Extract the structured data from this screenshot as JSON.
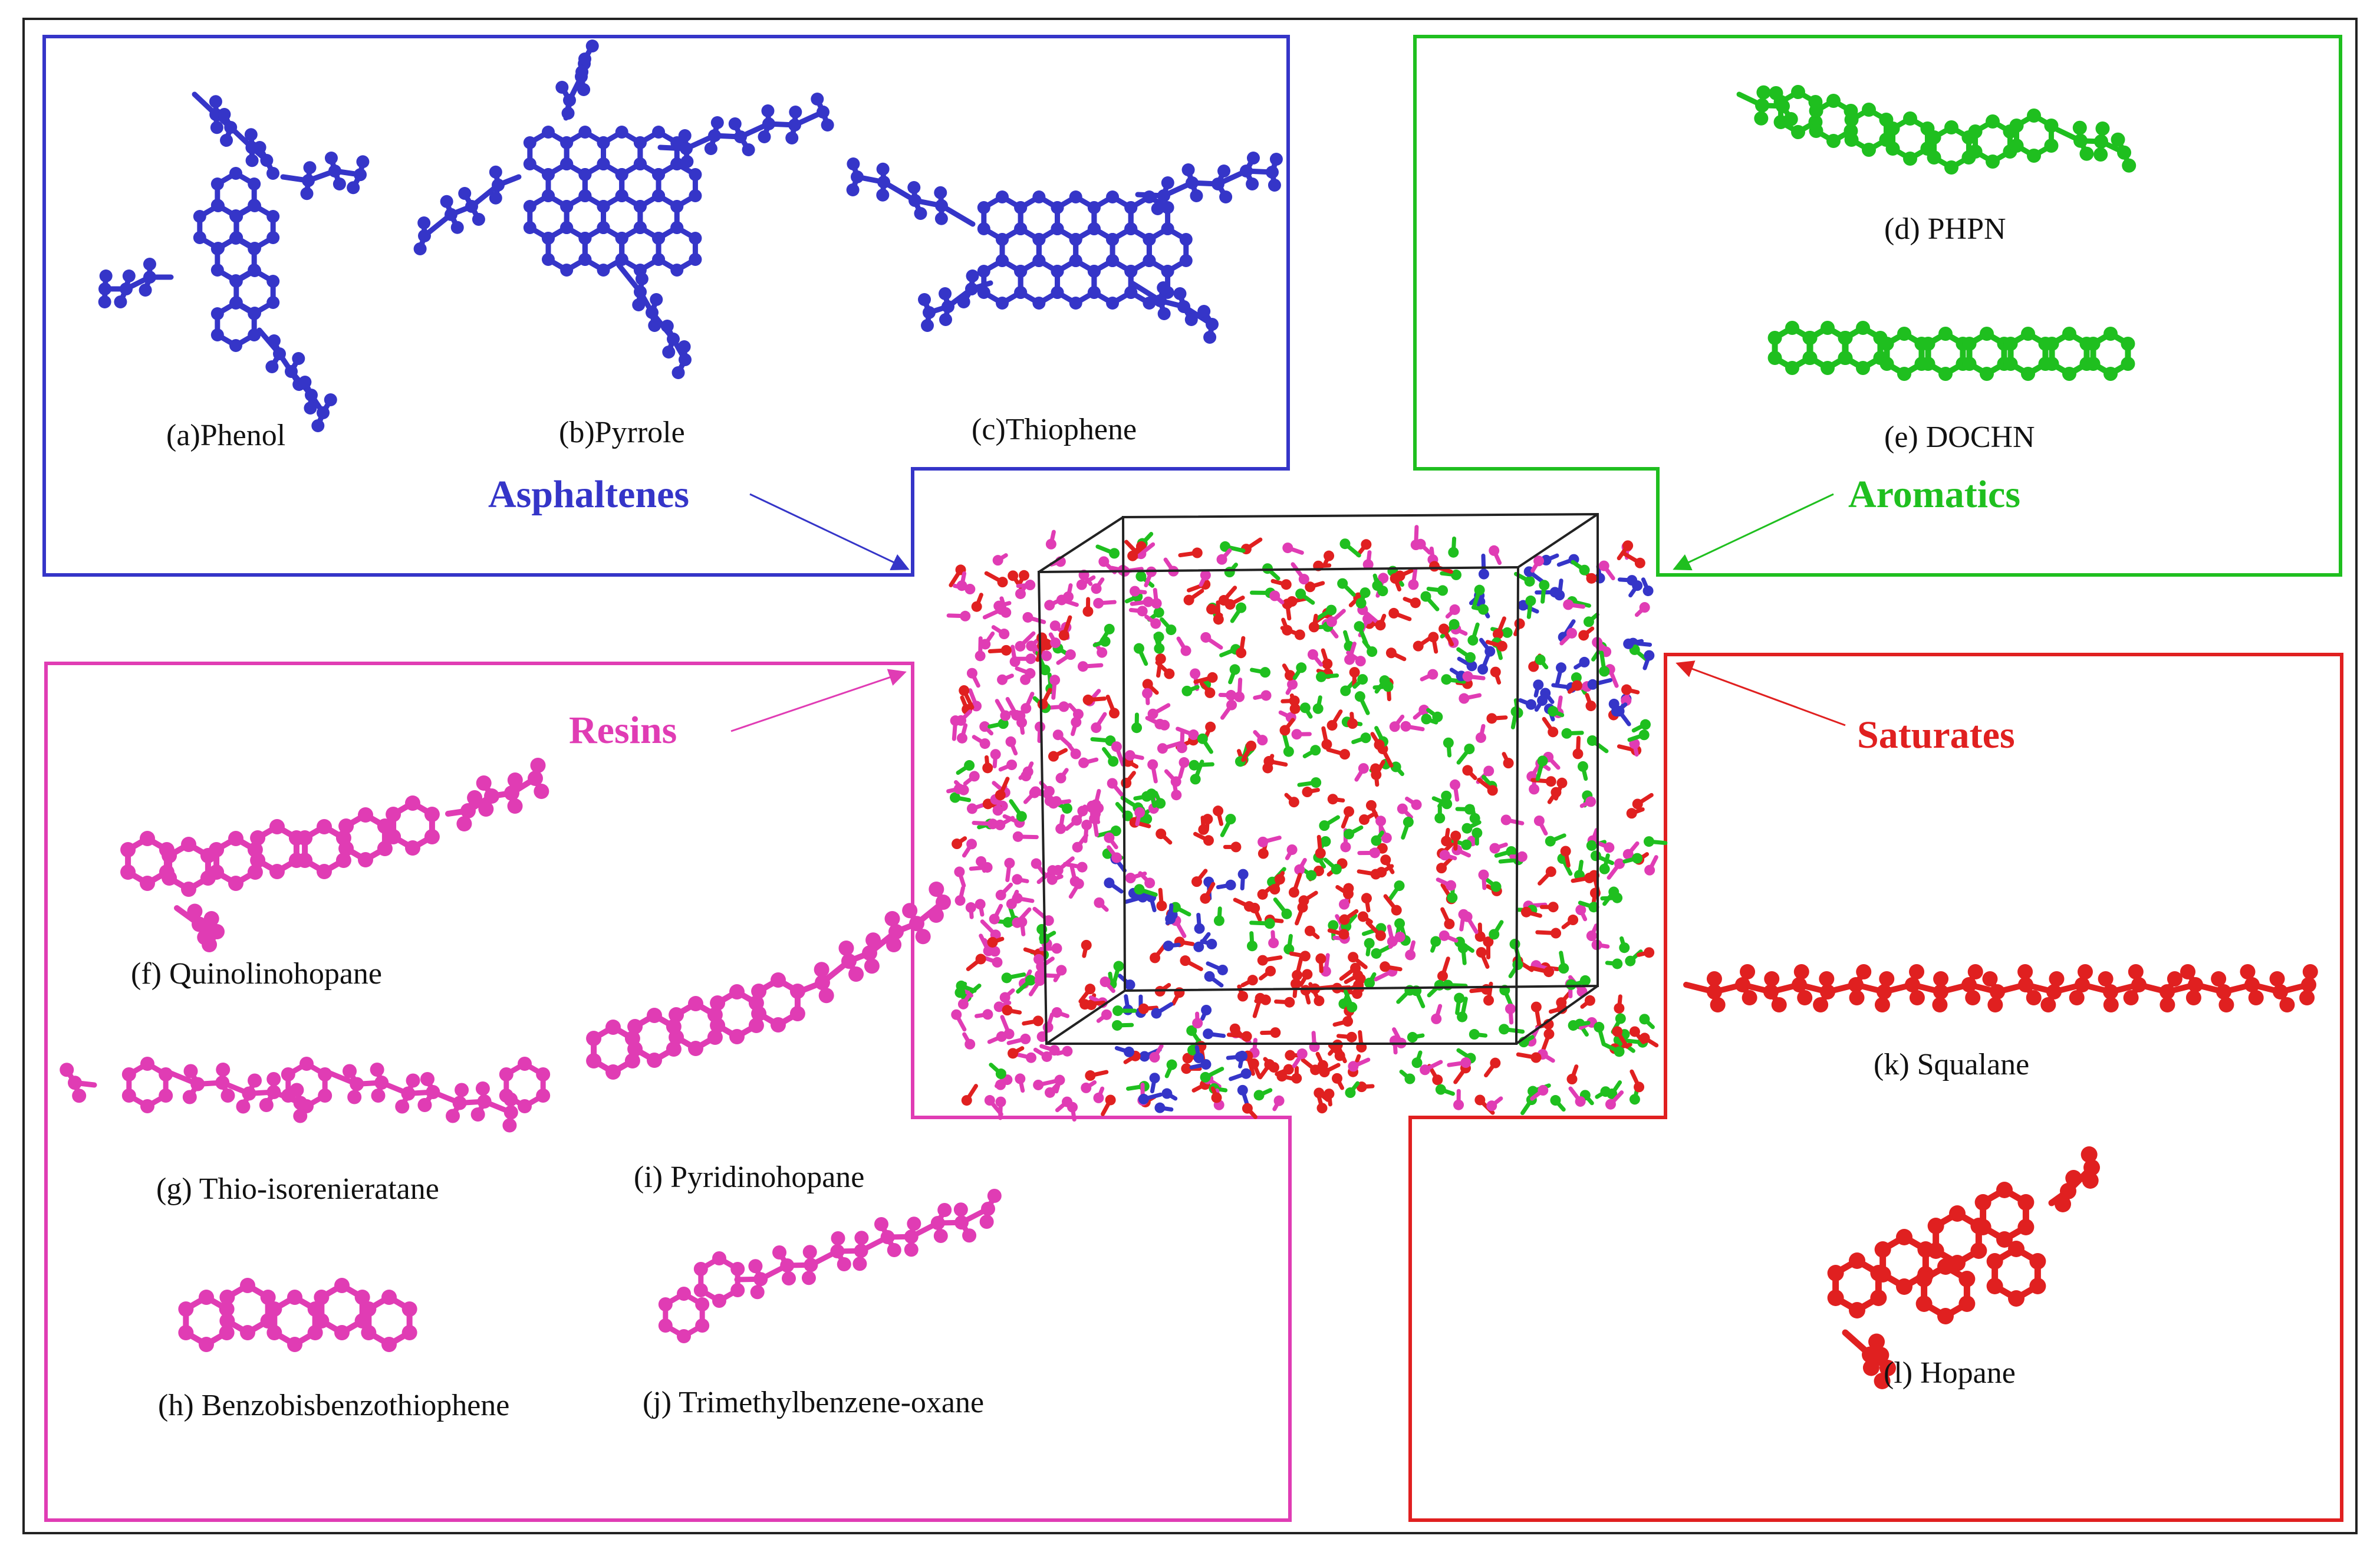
{
  "groups": {
    "asphaltenes": {
      "title": "Asphaltenes",
      "color": "#3535c8",
      "molecules": [
        "(a)Phenol",
        "(b)Pyrrole",
        "(c)Thiophene"
      ]
    },
    "aromatics": {
      "title": "Aromatics",
      "color": "#1fbf1f",
      "molecules": [
        "(d) PHPN",
        "(e) DOCHN"
      ]
    },
    "resins": {
      "title": "Resins",
      "color": "#e03cb4",
      "molecules": [
        "(f) Quinolinohopane",
        "(g) Thio-isorenieratane",
        "(h) Benzobisbenzothiophene",
        "(i) Pyridinohopane",
        "(j) Trimethylbenzene-oxane"
      ]
    },
    "saturates": {
      "title": "Saturates",
      "color": "#e02020",
      "molecules": [
        "(k)  Squalane",
        "(l) Hopane"
      ]
    }
  },
  "simulation_box": {
    "component_colors": [
      "#1fbf1f",
      "#e03cb4",
      "#e02020",
      "#3535c8"
    ]
  }
}
